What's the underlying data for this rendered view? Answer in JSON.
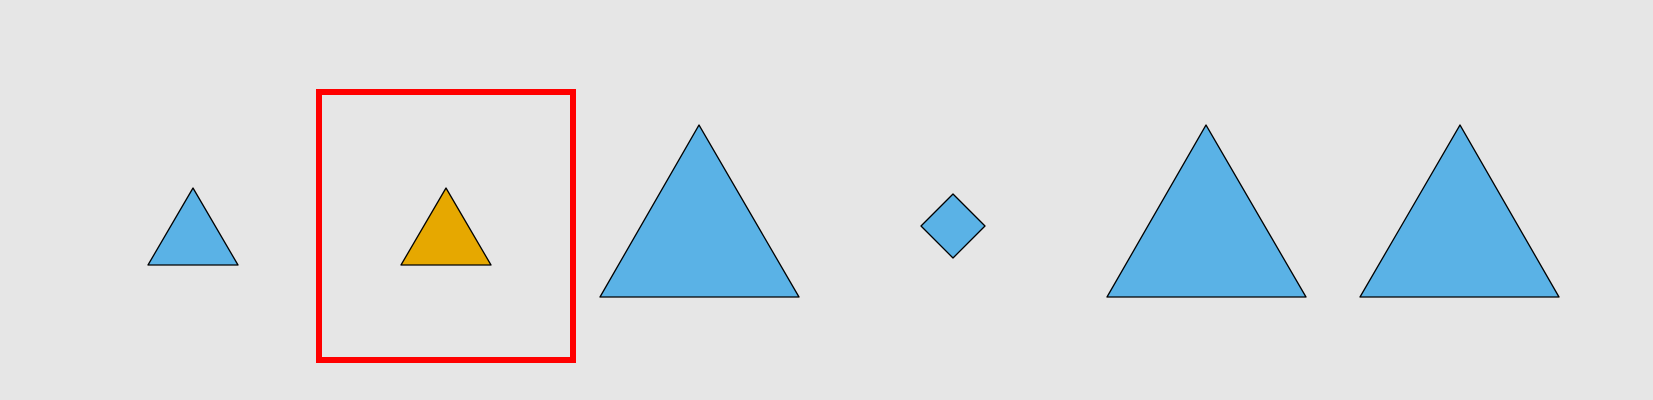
{
  "colors": {
    "background": "#e6e6e6",
    "shape_fill": "#5ab2e6",
    "highlight_fill": "#e6a800",
    "outline": "#000000",
    "selection_box": "#ff0000"
  },
  "shapes": [
    {
      "id": "triangle-small-1",
      "kind": "triangle",
      "size": "small",
      "color": "shape_fill"
    },
    {
      "id": "triangle-small-highlighted",
      "kind": "triangle",
      "size": "small",
      "color": "highlight_fill",
      "selected": true
    },
    {
      "id": "triangle-large-1",
      "kind": "triangle",
      "size": "large",
      "color": "shape_fill"
    },
    {
      "id": "diamond-small",
      "kind": "diamond",
      "size": "small",
      "color": "shape_fill"
    },
    {
      "id": "triangle-large-2",
      "kind": "triangle",
      "size": "large",
      "color": "shape_fill"
    },
    {
      "id": "triangle-large-3",
      "kind": "triangle",
      "size": "large",
      "color": "shape_fill"
    }
  ]
}
